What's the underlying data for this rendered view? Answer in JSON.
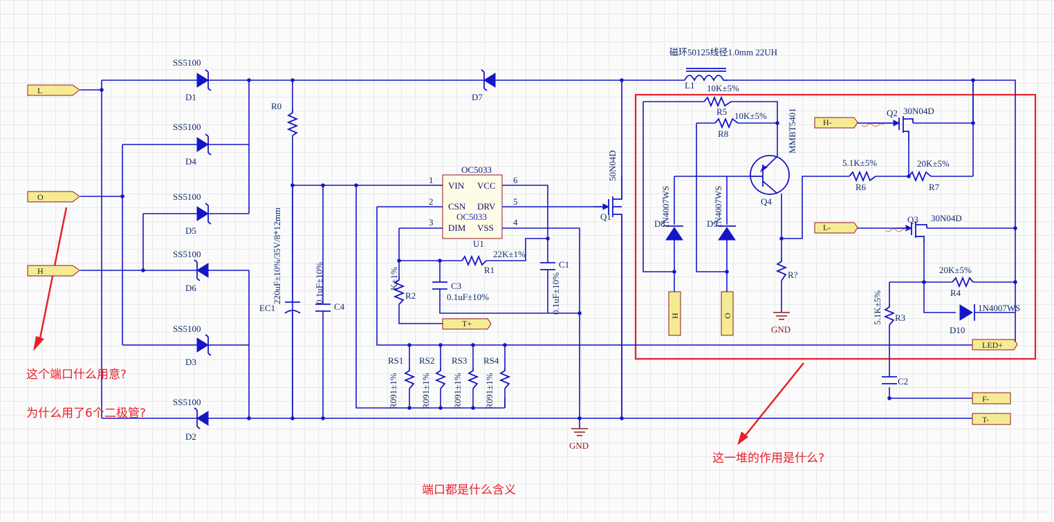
{
  "components": {
    "D1": {
      "ref": "D1",
      "part": "SS5100"
    },
    "D4": {
      "ref": "D4",
      "part": "SS5100"
    },
    "D5": {
      "ref": "D5",
      "part": "SS5100"
    },
    "D6": {
      "ref": "D6",
      "part": "SS5100"
    },
    "D3": {
      "ref": "D3",
      "part": "SS5100"
    },
    "D2": {
      "ref": "D2",
      "part": "SS5100"
    },
    "D7": {
      "ref": "D7"
    },
    "R0": {
      "ref": "R0"
    },
    "EC1": {
      "ref": "EC1",
      "value": "220uF±10%/35V/8*12mm"
    },
    "C4": {
      "ref": "C4",
      "value": "0.1uF±10%"
    },
    "U1": {
      "ref": "U1",
      "part": "OC5033",
      "partInner": "OC5033",
      "pins": {
        "p1": "1",
        "p2": "2",
        "p3": "3",
        "p4": "4",
        "p5": "5",
        "p6": "6",
        "vin": "VIN",
        "csn": "CSN",
        "dim": "DIM",
        "vcc": "VCC",
        "drv": "DRV",
        "vss": "VSS"
      }
    },
    "R1": {
      "ref": "R1",
      "value": "22K±1%"
    },
    "C1": {
      "ref": "C1",
      "value": "0.1uF±10%"
    },
    "C3": {
      "ref": "C3",
      "value": "0.1uF±10%"
    },
    "R2": {
      "ref": "R2",
      "value": "K±1%"
    },
    "Q1": {
      "ref": "Q1",
      "part": "50N04D"
    },
    "RS1": {
      "ref": "RS1",
      "value": "R091±1%"
    },
    "RS2": {
      "ref": "RS2",
      "value": "R091±1%"
    },
    "RS3": {
      "ref": "RS3",
      "value": "R091±1%"
    },
    "RS4": {
      "ref": "RS4",
      "value": "R091±1%"
    },
    "L1": {
      "ref": "L1",
      "value": "磁环50125线径1.0mm  22UH"
    },
    "R5": {
      "ref": "R5",
      "value": "10K±5%"
    },
    "R8": {
      "ref": "R8",
      "value": "10K±5%"
    },
    "Q4": {
      "ref": "Q4",
      "part": "MMBT5401"
    },
    "D8": {
      "ref": "D8",
      "part": "1N4007WS"
    },
    "D9": {
      "ref": "D9",
      "part": "1N4007WS"
    },
    "Rq": {
      "ref": "R?"
    },
    "Q2": {
      "ref": "Q2",
      "part": "30N04D"
    },
    "Q3": {
      "ref": "Q3",
      "part": "30N04D"
    },
    "R6": {
      "ref": "R6",
      "value": "5.1K±5%"
    },
    "R7": {
      "ref": "R7",
      "value": "20K±5%"
    },
    "R4": {
      "ref": "R4",
      "value": "20K±5%"
    },
    "R3": {
      "ref": "R3",
      "value": "5.1K±5%"
    },
    "D10": {
      "ref": "D10",
      "part": "1N4007WS"
    },
    "C2": {
      "ref": "C2"
    }
  },
  "ports": {
    "L": "L",
    "O": "O",
    "H": "H",
    "Tplus": "T+",
    "Hminus": "H-",
    "Lminus": "L-",
    "LEDplus": "LED+",
    "Fminus": "F-",
    "Tminus": "T-",
    "H2": "H",
    "O2": "O"
  },
  "gnd": {
    "g1": "GND",
    "g2": "GND"
  },
  "annotations": {
    "q1": "这个端口什么用意?",
    "q2": "为什么用了6个二极管?",
    "q3": "这一堆的作用是什么?",
    "q4": "端口都是什么含义"
  },
  "colors": {
    "wire": "#1515c8",
    "annotation": "#e8202a",
    "port_fill": "#f6eb95"
  }
}
